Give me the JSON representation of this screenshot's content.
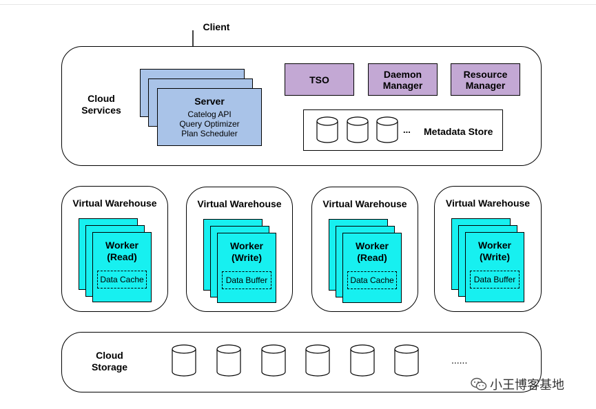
{
  "client_label": "Client",
  "cloud_services": {
    "label": "Cloud\nServices",
    "server": {
      "title": "Server",
      "lines": [
        "Catelog API",
        "Query Optimizer",
        "Plan Scheduler"
      ]
    },
    "tso": "TSO",
    "daemon_manager": "Daemon\nManager",
    "resource_manager": "Resource\nManager",
    "metadata_store": {
      "ellipsis": "...",
      "label": "Metadata Store"
    }
  },
  "warehouses": [
    {
      "title": "Virtual Warehouse",
      "worker": "Worker\n(Read)",
      "cache": "Data Cache"
    },
    {
      "title": "Virtual Warehouse",
      "worker": "Worker\n(Write)",
      "cache": "Data Buffer"
    },
    {
      "title": "Virtual Warehouse",
      "worker": "Worker\n(Read)",
      "cache": "Data Cache"
    },
    {
      "title": "Virtual Warehouse",
      "worker": "Worker\n(Write)",
      "cache": "Data Buffer"
    }
  ],
  "cloud_storage": {
    "label": "Cloud\nStorage",
    "ellipsis": "......"
  },
  "watermark": "小王博客基地",
  "colors": {
    "server_blue": "#a9c3e8",
    "manager_purple": "#c3a8d4",
    "worker_cyan": "#17f0f0"
  }
}
